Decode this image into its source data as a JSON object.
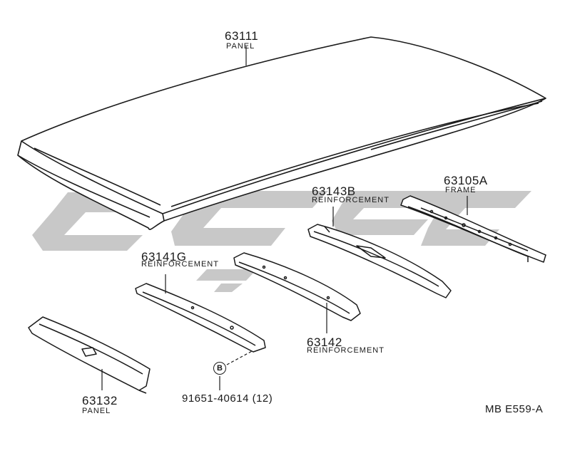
{
  "parts": [
    {
      "number": "63111",
      "name": "PANEL"
    },
    {
      "number": "63143B",
      "name": "REINFORCEMENT"
    },
    {
      "number": "63105A",
      "name": "FRAME"
    },
    {
      "number": "63141G",
      "name": "REINFORCEMENT"
    },
    {
      "number": "63142",
      "name": "REINFORCEMENT"
    },
    {
      "number": "63132",
      "name": "PANEL"
    }
  ],
  "bolt": {
    "symbol": "B",
    "part_number": "91651-40614 (12)"
  },
  "diagram_code": "MB E559-A",
  "colors": {
    "line": "#1a1a1a",
    "watermark": "#c8c8c8"
  }
}
